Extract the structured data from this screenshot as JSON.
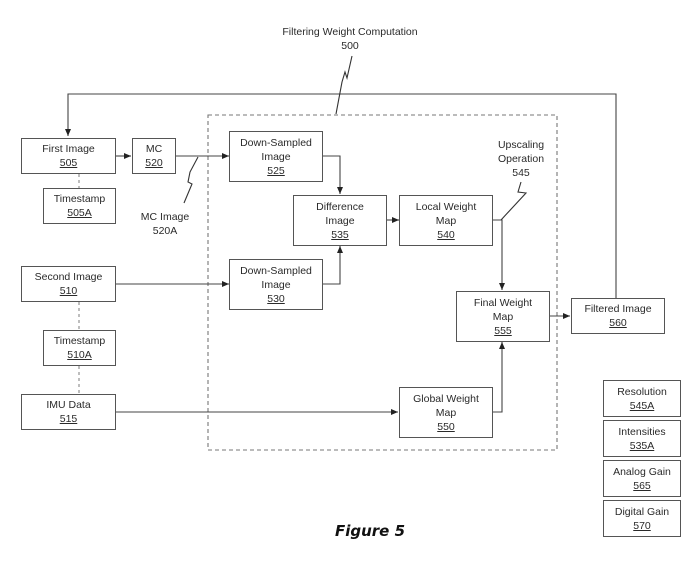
{
  "title": {
    "text": "Filtering Weight Computation",
    "ref": "500"
  },
  "boxes": {
    "first_image": {
      "text": "First Image",
      "ref": "505"
    },
    "timestamp_505a": {
      "text": "Timestamp",
      "ref": "505A"
    },
    "mc": {
      "text": "MC",
      "ref": "520"
    },
    "down_sampled_525": {
      "text": "Down-Sampled Image",
      "ref": "525"
    },
    "difference_image": {
      "text": "Difference Image",
      "ref": "535"
    },
    "local_weight_map": {
      "text": "Local Weight Map",
      "ref": "540"
    },
    "second_image": {
      "text": "Second Image",
      "ref": "510"
    },
    "down_sampled_530": {
      "text": "Down-Sampled Image",
      "ref": "530"
    },
    "timestamp_510a": {
      "text": "Timestamp",
      "ref": "510A"
    },
    "imu_data": {
      "text": "IMU Data",
      "ref": "515"
    },
    "global_weight_map": {
      "text": "Global Weight Map",
      "ref": "550"
    },
    "final_weight_map": {
      "text": "Final Weight Map",
      "ref": "555"
    },
    "filtered_image": {
      "text": "Filtered Image",
      "ref": "560"
    },
    "resolution": {
      "text": "Resolution",
      "ref": "545A"
    },
    "intensities": {
      "text": "Intensities",
      "ref": "535A"
    },
    "analog_gain": {
      "text": "Analog Gain",
      "ref": "565"
    },
    "digital_gain": {
      "text": "Digital Gain",
      "ref": "570"
    }
  },
  "callouts": {
    "mc_image": {
      "text": "MC Image",
      "ref": "520A"
    },
    "upscaling": {
      "line1": "Upscaling",
      "line2": "Operation",
      "ref": "545"
    }
  },
  "caption": "Figure 5"
}
